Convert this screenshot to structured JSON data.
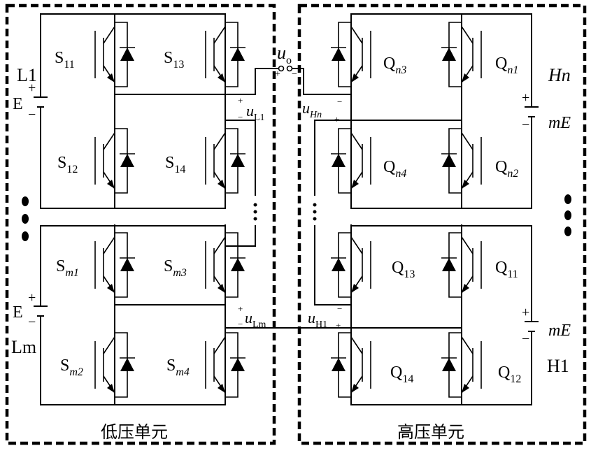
{
  "low_unit": {
    "title": "低压单元",
    "cells": [
      {
        "name": "L1",
        "source": "E",
        "output_voltage": "u",
        "output_sub": "L1",
        "switches": [
          {
            "main": "S",
            "sub": "11"
          },
          {
            "main": "S",
            "sub": "13"
          },
          {
            "main": "S",
            "sub": "12"
          },
          {
            "main": "S",
            "sub": "14"
          }
        ]
      },
      {
        "name": "Lm",
        "source": "E",
        "output_voltage": "u",
        "output_sub": "Lm",
        "switches": [
          {
            "main": "S",
            "sub": "m1"
          },
          {
            "main": "S",
            "sub": "m3"
          },
          {
            "main": "S",
            "sub": "m2"
          },
          {
            "main": "S",
            "sub": "m4"
          }
        ]
      }
    ]
  },
  "high_unit": {
    "title": "高压单元",
    "cells": [
      {
        "name": "Hn",
        "source": "mE",
        "output_voltage": "u",
        "output_sub": "Hn",
        "switches": [
          {
            "main": "Q",
            "sub": "n3"
          },
          {
            "main": "Q",
            "sub": "n1"
          },
          {
            "main": "Q",
            "sub": "n4"
          },
          {
            "main": "Q",
            "sub": "n2"
          }
        ]
      },
      {
        "name": "H1",
        "source": "mE",
        "output_voltage": "u",
        "output_sub": "H1",
        "switches": [
          {
            "main": "Q",
            "sub": "13"
          },
          {
            "main": "Q",
            "sub": "11"
          },
          {
            "main": "Q",
            "sub": "14"
          },
          {
            "main": "Q",
            "sub": "12"
          }
        ]
      }
    ]
  },
  "output": {
    "main": "u",
    "sub": "o"
  },
  "polarity": {
    "plus": "+",
    "minus": "−"
  }
}
